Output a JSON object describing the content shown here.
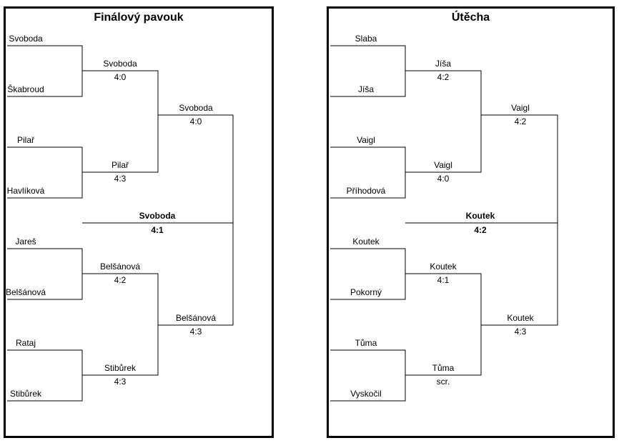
{
  "left": {
    "title": "Finálový pavouk",
    "round1": [
      "Svoboda",
      "Škabroud",
      "Pilař",
      "Havlíková",
      "Jareš",
      "Belšánová",
      "Rataj",
      "Stibůrek"
    ],
    "round2": [
      {
        "name": "Svoboda",
        "score": "4:0"
      },
      {
        "name": "Pilař",
        "score": "4:3"
      },
      {
        "name": "Belšánová",
        "score": "4:2"
      },
      {
        "name": "Stibůrek",
        "score": "4:3"
      }
    ],
    "round3": [
      {
        "name": "Svoboda",
        "score": "4:0"
      },
      {
        "name": "Belšánová",
        "score": "4:3"
      }
    ],
    "final": {
      "name": "Svoboda",
      "score": "4:1"
    }
  },
  "right": {
    "title": "Útěcha",
    "round1": [
      "Slaba",
      "Jíša",
      "Vaigl",
      "Příhodová",
      "Koutek",
      "Pokorný",
      "Tůma",
      "Vyskočil"
    ],
    "round2": [
      {
        "name": "Jíša",
        "score": "4:2"
      },
      {
        "name": "Vaigl",
        "score": "4:0"
      },
      {
        "name": "Koutek",
        "score": "4:1"
      },
      {
        "name": "Tůma",
        "score": "scr."
      }
    ],
    "round3": [
      {
        "name": "Vaigl",
        "score": "4:2"
      },
      {
        "name": "Koutek",
        "score": "4:3"
      }
    ],
    "final": {
      "name": "Koutek",
      "score": "4:2"
    }
  }
}
